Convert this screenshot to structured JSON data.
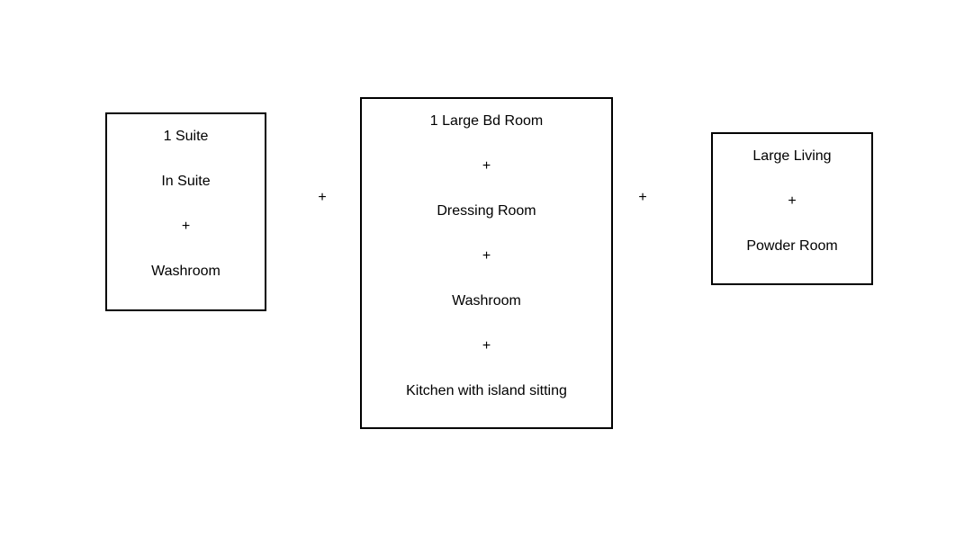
{
  "diagram": {
    "colors": {
      "background": "#ffffff",
      "border": "#000000",
      "text": "#000000"
    },
    "boxes": [
      {
        "id": "suite-box",
        "lines": [
          "1 Suite",
          "In Suite",
          "+",
          "Washroom"
        ]
      },
      {
        "id": "bedroom-box",
        "lines": [
          "1 Large Bd Room",
          "+",
          "Dressing Room",
          "+",
          "Washroom",
          "+",
          "Kitchen with island sitting"
        ]
      },
      {
        "id": "living-box",
        "lines": [
          "Large Living",
          "+",
          "Powder Room"
        ]
      }
    ],
    "connectors": [
      {
        "label": "+"
      },
      {
        "label": "+"
      }
    ]
  }
}
